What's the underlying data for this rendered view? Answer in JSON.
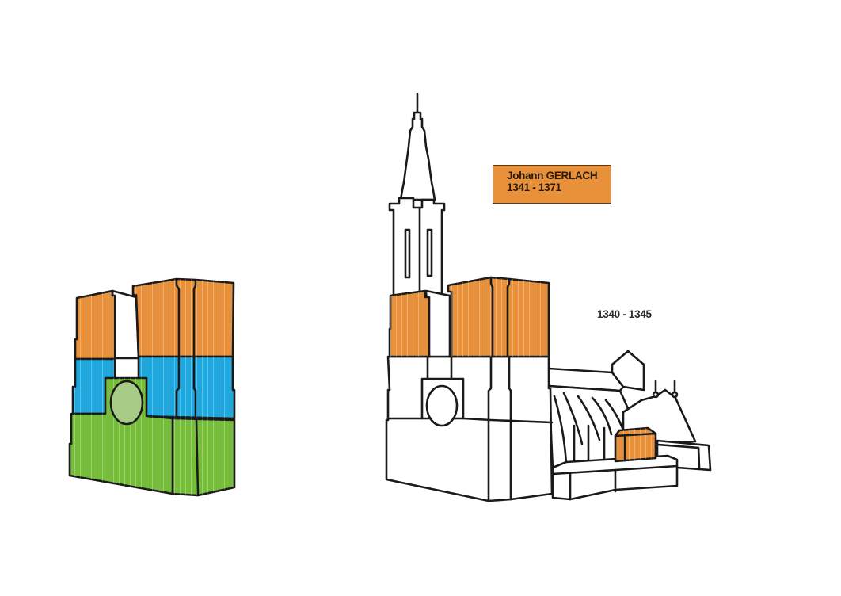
{
  "colors": {
    "phase_orange": "#E8913A",
    "phase_blue": "#1EA8E0",
    "phase_green": "#76BE3A",
    "rose_window": "#A8CC88",
    "outline": "#1a1a1a"
  },
  "architect_label": {
    "name": "Johann GERLACH",
    "years": "1341 - 1371"
  },
  "construction_date": "1340 - 1345"
}
